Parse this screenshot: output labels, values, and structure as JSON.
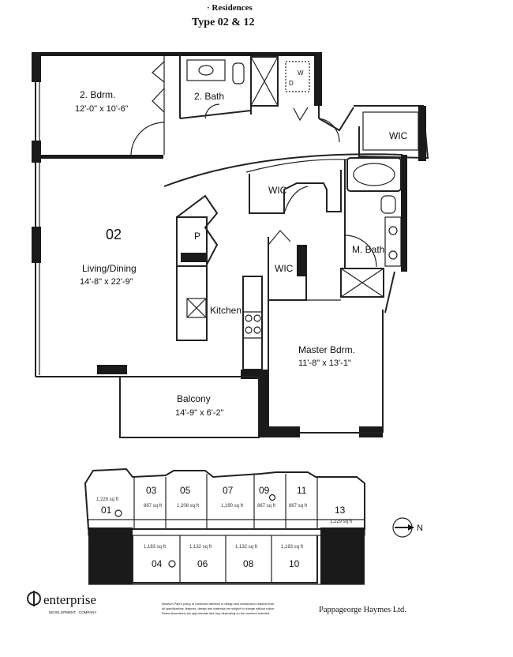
{
  "header": {
    "title_fragment": "· Residences",
    "title": "Type 02 & 12"
  },
  "unit": {
    "number": "02"
  },
  "rooms": {
    "bedroom2": {
      "name": "2. Bdrm.",
      "dims": "12'-0\" x 10'-6\""
    },
    "bath2": {
      "name": "2. Bath"
    },
    "living": {
      "name": "Living/Dining",
      "dims": "14'-8\" x 22'-9\""
    },
    "kitchen": {
      "name": "Kitchen"
    },
    "pantry": {
      "name": "P"
    },
    "wic1": {
      "name": "WIC"
    },
    "wic2": {
      "name": "WIC"
    },
    "wic3": {
      "name": "WIC"
    },
    "mbath": {
      "name": "M. Bath"
    },
    "master": {
      "name": "Master Bdrm.",
      "dims": "11'-8\" x 13'-1\""
    },
    "balcony": {
      "name": "Balcony",
      "dims": "14'-9\" x 6'-2\""
    },
    "laundry_w": "W",
    "laundry_d": "D"
  },
  "keyplan": {
    "units_top": [
      {
        "num": "01",
        "area": "1,229 sq ft"
      },
      {
        "num": "03",
        "area": "867 sq ft"
      },
      {
        "num": "05",
        "area": "1,208 sq ft"
      },
      {
        "num": "07",
        "area": "1,190 sq ft"
      },
      {
        "num": "09",
        "area": "867 sq ft"
      },
      {
        "num": "11",
        "area": "867 sq ft"
      },
      {
        "num": "13",
        "area": "1,229 sq ft"
      }
    ],
    "units_bottom": [
      {
        "num": "04",
        "area": "1,183 sq ft"
      },
      {
        "num": "06",
        "area": "1,132 sq ft"
      },
      {
        "num": "08",
        "area": "1,132 sq ft"
      },
      {
        "num": "10",
        "area": "1,183 sq ft"
      }
    ],
    "north_label": "N"
  },
  "footer": {
    "brand": "enterprise",
    "brand_sub": "DEVELOPMENT · COMPANY",
    "disclaimer_1": "Museum Park's policy of continued attention to design and construction requires that",
    "disclaimer_2": "all specifications, features, design and materials are subject to change without notice.",
    "disclaimer_3": "Room dimensions are approximate and vary depending on the numbers selected.",
    "architect": "Pappageorge Haymes Ltd."
  }
}
